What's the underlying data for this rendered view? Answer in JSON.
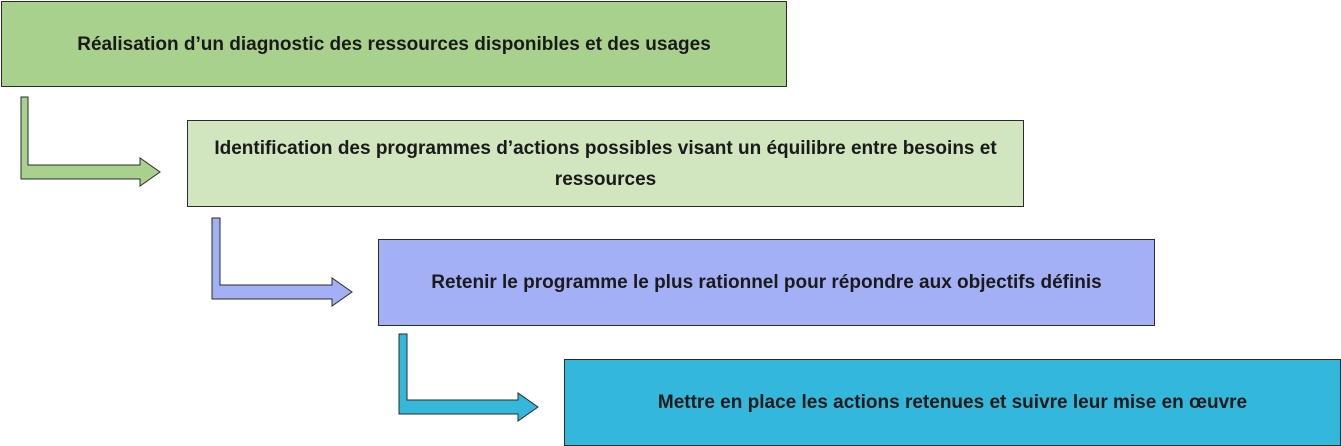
{
  "colors": {
    "step_1": "#a9d18e",
    "step_2": "#d1e5bf",
    "step_3": "#a4b0f6",
    "step_4": "#33b8dc",
    "arrow_1": "#a9d18e",
    "arrow_2": "#a4b0f6",
    "arrow_3": "#33b8dc",
    "outline": "#2b2b2b"
  },
  "steps": [
    {
      "label": "Réalisation d’un diagnostic des ressources disponibles et des usages"
    },
    {
      "label": "Identification des programmes d’actions possibles visant un équilibre entre besoins et ressources"
    },
    {
      "label": "Retenir le programme le plus rationnel pour répondre aux objectifs définis"
    },
    {
      "label": "Mettre en place les actions retenues et suivre leur mise en œuvre"
    }
  ]
}
